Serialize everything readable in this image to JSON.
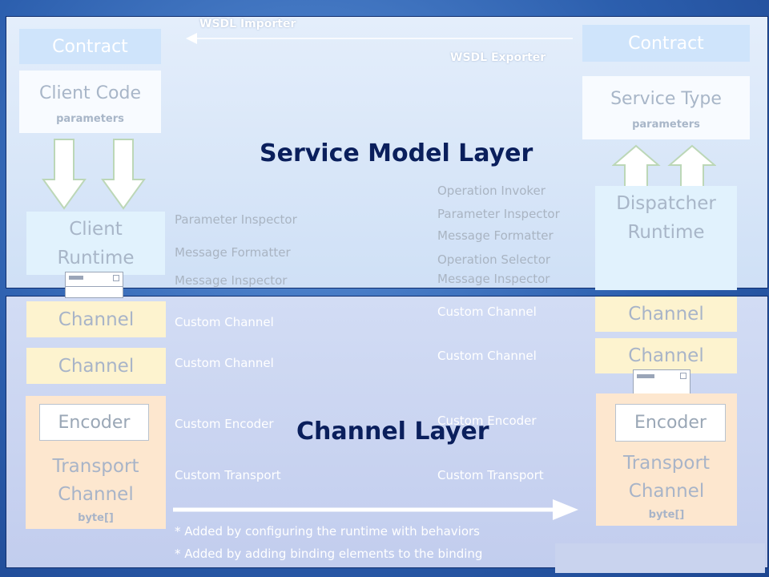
{
  "headings": {
    "service_model": "Service Model Layer",
    "channel": "Channel Layer"
  },
  "tools": {
    "wsdl_importer": "WSDL Importer",
    "wsdl_exporter": "WSDL Exporter"
  },
  "client": {
    "contract": "Contract",
    "code_title": "Client Code",
    "code_sub": "parameters",
    "runtime_line1": "Client",
    "runtime_line2": "Runtime",
    "channel1": "Channel",
    "channel2": "Channel",
    "encoder": "Encoder",
    "transport_line1": "Transport",
    "transport_line2": "Channel",
    "transport_sub": "byte[]"
  },
  "service": {
    "contract": "Contract",
    "type_title": "Service Type",
    "type_sub": "parameters",
    "runtime_line1": "Dispatcher",
    "runtime_line2": "Runtime",
    "channel1": "Channel",
    "channel2": "Channel",
    "encoder": "Encoder",
    "transport_line1": "Transport",
    "transport_line2": "Channel",
    "transport_sub": "byte[]"
  },
  "client_extensions": {
    "parameter_inspector": "Parameter Inspector",
    "message_formatter": "Message Formatter",
    "message_inspector": "Message Inspector",
    "custom_channel_1": "Custom Channel",
    "custom_channel_2": "Custom Channel",
    "custom_encoder": "Custom Encoder",
    "custom_transport": "Custom Transport"
  },
  "service_extensions": {
    "operation_invoker": "Operation Invoker",
    "parameter_inspector": "Parameter Inspector",
    "message_formatter": "Message Formatter",
    "operation_selector": "Operation Selector",
    "message_inspector": "Message Inspector",
    "custom_channel_1": "Custom Channel",
    "custom_channel_2": "Custom Channel",
    "custom_encoder": "Custom Encoder",
    "custom_transport": "Custom Transport"
  },
  "footnotes": {
    "behaviors": "* Added by configuring the runtime with behaviors",
    "binding": "* Added by adding binding elements to the binding"
  },
  "colors": {
    "heading": "#0a1f5c",
    "contract_box": "#cfe4fb",
    "runtime_box": "#e1f2fd",
    "channel_box": "#fdf3cf",
    "transport_box": "#fde7cf",
    "arrow": "#ffffff"
  },
  "icons": {
    "down_arrows": "down-arrow-icon",
    "up_arrows": "up-arrow-icon",
    "transport_arrow": "right-arrow-icon",
    "wsdl_arrow": "left-arrow-icon"
  }
}
